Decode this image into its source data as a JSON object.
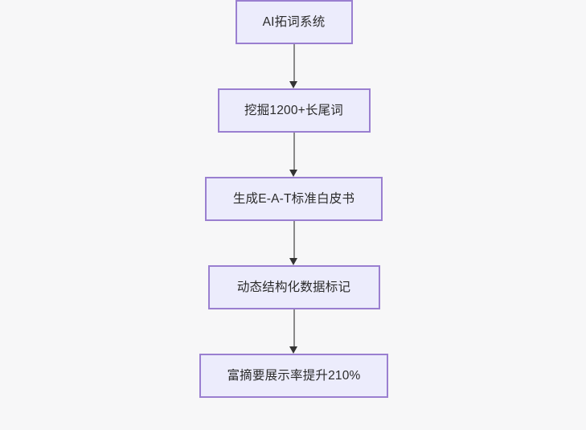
{
  "diagram": {
    "type": "flowchart",
    "direction": "top-to-bottom",
    "background_color": "#f7f7f8",
    "node_fill_color": "#ececfc",
    "node_border_color": "#9a7fd0",
    "node_text_color": "#2b2b2b",
    "connector_line_color": "#8a8a8a",
    "connector_arrow_color": "#333333",
    "nodes": [
      {
        "id": "n1",
        "label": "AI拓词系统"
      },
      {
        "id": "n2",
        "label": "挖掘1200+长尾词"
      },
      {
        "id": "n3",
        "label": "生成E-A-T标准白皮书"
      },
      {
        "id": "n4",
        "label": "动态结构化数据标记"
      },
      {
        "id": "n5",
        "label": "富摘要展示率提升210%"
      }
    ],
    "edges": [
      {
        "from": "n1",
        "to": "n2",
        "label": ""
      },
      {
        "from": "n2",
        "to": "n3",
        "label": ""
      },
      {
        "from": "n3",
        "to": "n4",
        "label": ""
      },
      {
        "from": "n4",
        "to": "n5",
        "label": ""
      }
    ]
  }
}
